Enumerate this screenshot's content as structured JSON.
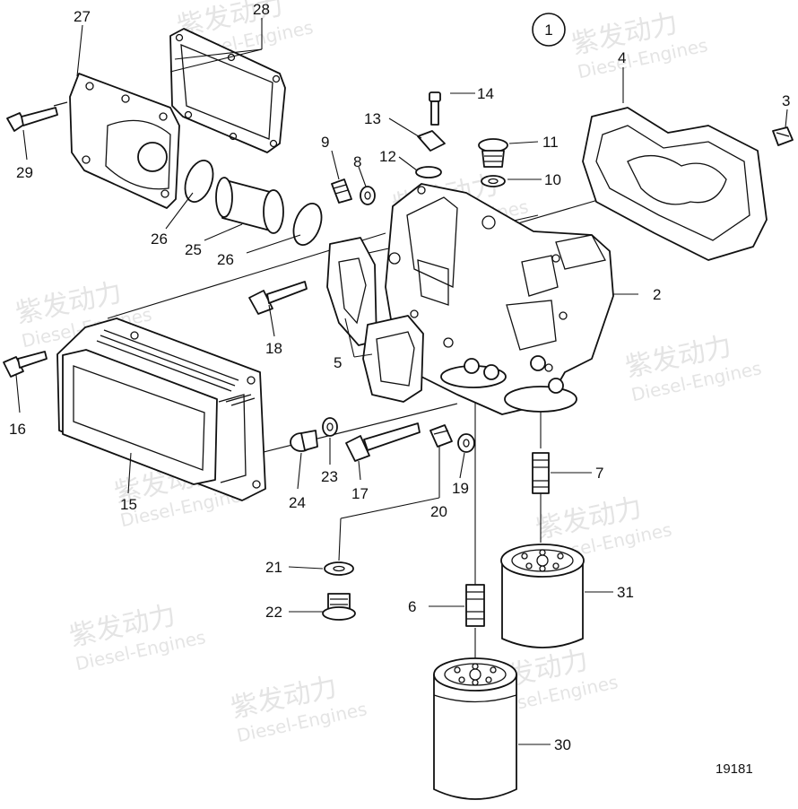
{
  "diagram": {
    "group_number": "1",
    "drawing_number": "19181",
    "watermark": {
      "brand": "紫发动力",
      "sub": "Diesel-Engines"
    },
    "callouts": [
      {
        "id": "c2",
        "label": "2"
      },
      {
        "id": "c3",
        "label": "3"
      },
      {
        "id": "c4",
        "label": "4"
      },
      {
        "id": "c5",
        "label": "5"
      },
      {
        "id": "c6",
        "label": "6"
      },
      {
        "id": "c7",
        "label": "7"
      },
      {
        "id": "c8",
        "label": "8"
      },
      {
        "id": "c9",
        "label": "9"
      },
      {
        "id": "c10",
        "label": "10"
      },
      {
        "id": "c11",
        "label": "11"
      },
      {
        "id": "c12",
        "label": "12"
      },
      {
        "id": "c13",
        "label": "13"
      },
      {
        "id": "c14",
        "label": "14"
      },
      {
        "id": "c15",
        "label": "15"
      },
      {
        "id": "c16",
        "label": "16"
      },
      {
        "id": "c17",
        "label": "17"
      },
      {
        "id": "c18",
        "label": "18"
      },
      {
        "id": "c19",
        "label": "19"
      },
      {
        "id": "c20",
        "label": "20"
      },
      {
        "id": "c21",
        "label": "21"
      },
      {
        "id": "c22",
        "label": "22"
      },
      {
        "id": "c23",
        "label": "23"
      },
      {
        "id": "c24",
        "label": "24"
      },
      {
        "id": "c25",
        "label": "25"
      },
      {
        "id": "c26a",
        "label": "26"
      },
      {
        "id": "c26b",
        "label": "26"
      },
      {
        "id": "c27",
        "label": "27"
      },
      {
        "id": "c28",
        "label": "28"
      },
      {
        "id": "c29",
        "label": "29"
      },
      {
        "id": "c30",
        "label": "30"
      },
      {
        "id": "c31",
        "label": "31"
      }
    ]
  }
}
